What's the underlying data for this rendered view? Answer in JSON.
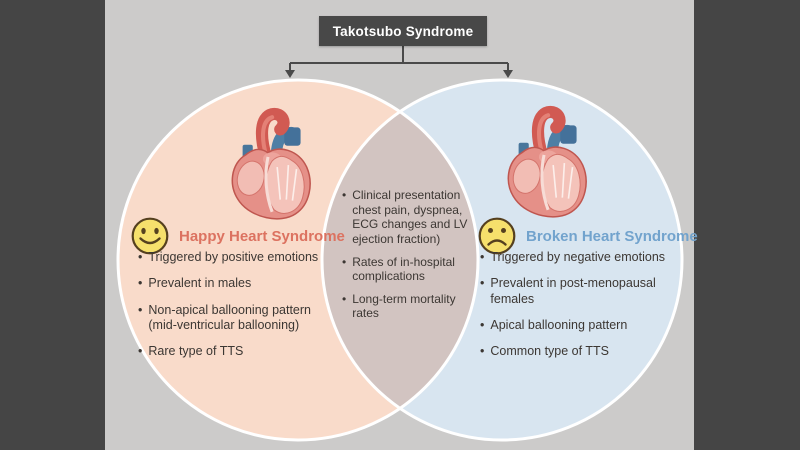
{
  "ui": {
    "bullet": "•"
  },
  "header": {
    "title": "Takotsubo Syndrome"
  },
  "left_circle": {
    "heading": "Happy Heart Syndrome",
    "face_icon": "happy-face",
    "bullets": [
      "Triggered by positive emotions",
      "Prevalent in males",
      "Non-apical ballooning pattern\n(mid-ventricular ballooning)",
      "Rare type of TTS"
    ]
  },
  "center_overlap": {
    "bullets": [
      "Clinical presentation\nchest pain, dyspnea,\nECG changes and LV\nejection fraction)",
      "Rates of in-hospital\ncomplications",
      "Long-term mortality\nrates"
    ]
  },
  "right_circle": {
    "heading": "Broken Heart Syndrome",
    "face_icon": "sad-face",
    "bullets": [
      "Triggered by negative emotions",
      "Prevalent in post-menopausal\nfemales",
      "Apical ballooning pattern",
      "Common type of TTS"
    ]
  },
  "colors": {
    "frame": "#454545",
    "canvas": "#cccbca",
    "title_box": "#484848",
    "left_circle_fill": "#f9dbca",
    "right_circle_fill": "#d8e5f0",
    "overlap_fill": "#d2c4c1",
    "left_heading_text": "#dc7260",
    "right_heading_text": "#72a3cd",
    "body_text": "#3c3733",
    "face_yellow": "#f6e06c"
  }
}
